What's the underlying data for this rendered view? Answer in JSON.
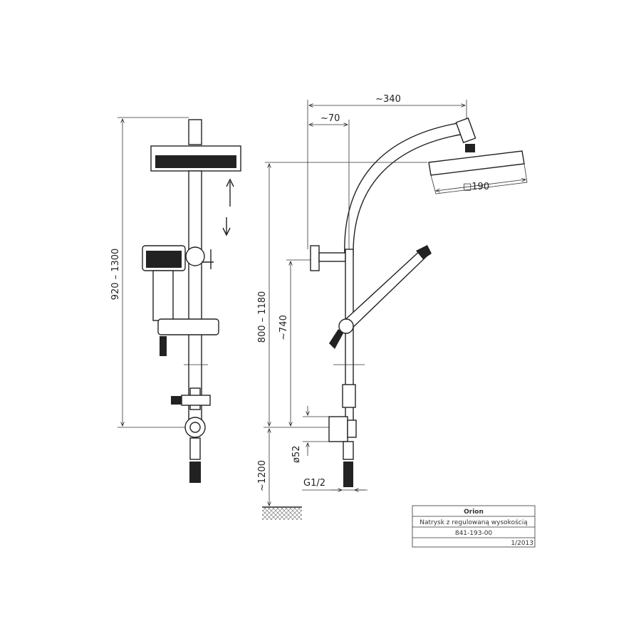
{
  "dimensions": {
    "left_height": "920 – 1300",
    "arm_reach": "~340",
    "wall_offset": "~70",
    "head_size": "□190",
    "rail_height": "800 – 1180",
    "holder_height": "~740",
    "diameter": "ø52",
    "floor_height": "~1200",
    "thread": "G1/2"
  },
  "title_block": {
    "name": "Orion",
    "description": "Natrysk z regulowaną wysokością",
    "code": "841-193-00",
    "date": "1/2013"
  }
}
